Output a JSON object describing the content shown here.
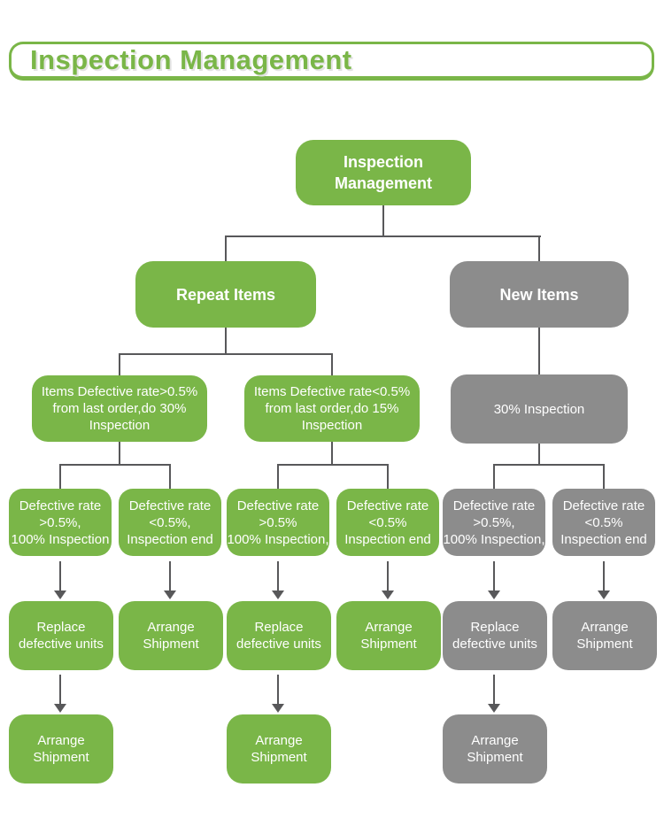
{
  "header": {
    "title": "Inspection Management"
  },
  "colors": {
    "green": "#7ab648",
    "gray": "#8c8c8c",
    "line": "#58585a",
    "node_text": "#ffffff"
  },
  "flowchart": {
    "root": {
      "label": "Inspection\nManagement"
    },
    "level2": [
      {
        "label": "Repeat Items"
      },
      {
        "label": "New Items"
      }
    ],
    "level3": [
      {
        "label": "Items Defective rate>0.5%\nfrom last order,do 30%\nInspection"
      },
      {
        "label": "Items Defective rate<0.5%\nfrom last order,do 15%\nInspection"
      },
      {
        "label": "30% Inspection"
      }
    ],
    "level4": [
      {
        "label": "Defective rate\n>0.5%,\n100% Inspection"
      },
      {
        "label": "Defective rate\n<0.5%,\nInspection end"
      },
      {
        "label": "Defective rate\n>0.5%\n100% Inspection,"
      },
      {
        "label": "Defective rate\n<0.5%\nInspection end"
      },
      {
        "label": "Defective rate\n>0.5%,\n100% Inspection,"
      },
      {
        "label": "Defective rate\n<0.5%\nInspection end"
      }
    ],
    "level5": [
      {
        "label": "Replace\ndefective units"
      },
      {
        "label": "Arrange\nShipment"
      },
      {
        "label": "Replace\ndefective units"
      },
      {
        "label": "Arrange\nShipment"
      },
      {
        "label": "Replace\ndefective units"
      },
      {
        "label": "Arrange\nShipment"
      }
    ],
    "level6": [
      {
        "label": "Arrange\nShipment"
      },
      {
        "label": "Arrange\nShipment"
      },
      {
        "label": "Arrange\nShipment"
      }
    ]
  }
}
